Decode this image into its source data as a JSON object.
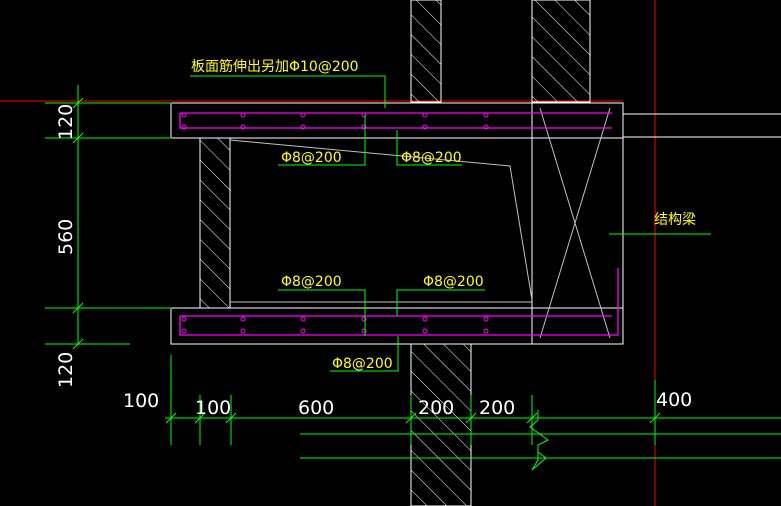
{
  "colors": {
    "background": "#000000",
    "outline": "#ffffff",
    "dimension": "#00ff00",
    "annotation_text": "#ffff00",
    "annotation_leader": "#00ff00",
    "rebar": "#ff00ff",
    "axis": "#ff0000",
    "hatch": "#ffffff",
    "beam_cross": "#c0c0c0"
  },
  "annotations": {
    "top_extension": "板面筋伸出另加Φ10@200",
    "top_left_bar": "Φ8@200",
    "top_right_bar": "Φ8@200",
    "bottom_left_bar": "Φ8@200",
    "bottom_right_bar": "Φ8@200",
    "bottom_slab_bar": "Φ8@200",
    "structural_beam": "结构梁"
  },
  "dimensions": {
    "vertical": [
      "120",
      "560",
      "120"
    ],
    "horizontal": [
      "100",
      "100",
      "600",
      "200",
      "200",
      "400"
    ]
  }
}
